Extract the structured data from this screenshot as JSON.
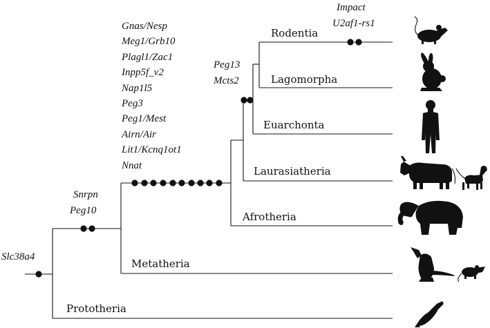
{
  "taxa": {
    "rodentia": "Rodentia",
    "lagomorpha": "Lagomorpha",
    "euarchonta": "Euarchonta",
    "laurasiatheria": "Laurasiatheria",
    "afrotheria": "Afrotheria",
    "metatheria": "Metatheria",
    "prototheria": "Prototheria"
  },
  "genes": {
    "root": [
      "Slc38a4"
    ],
    "therian": [
      "Snrpn",
      "Peg10"
    ],
    "eutherian": [
      "Gnas/Nesp",
      "Meg1/Grb10",
      "Plagl1/Zac1",
      "Inpp5f_v2",
      "Nap1l5",
      "Peg3",
      "Peg1/Mest",
      "Airn/Air",
      "Lit1/Kcnq1ot1",
      "Nnat"
    ],
    "euarchontoglires": [
      "Peg13",
      "Mcts2"
    ],
    "rodent": [
      "Impact",
      "U2af1-rs1"
    ]
  },
  "icons": [
    "mouse-icon",
    "rabbit-icon",
    "human-icon",
    "cow-icon",
    "dog-icon",
    "elephant-icon",
    "kangaroo-icon",
    "opossum-icon",
    "platypus-icon"
  ]
}
